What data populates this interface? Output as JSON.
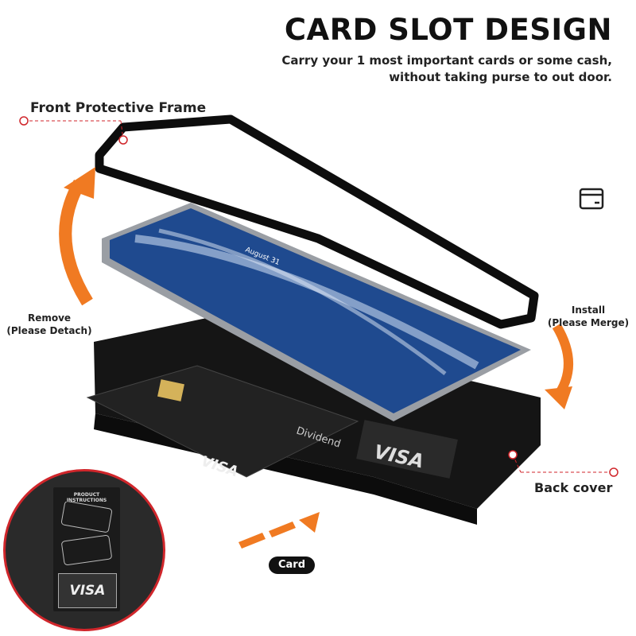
{
  "header": {
    "title": "CARD SLOT DESIGN",
    "subtitle_line1": "Carry your 1 most important cards or some cash,",
    "subtitle_line2": "without taking purse to out door."
  },
  "callouts": {
    "front_frame": "Front Protective Frame",
    "remove_line1": "Remove",
    "remove_line2": "(Please Detach)",
    "install_line1": "Install",
    "install_line2": "(Please Merge)",
    "back_cover": "Back cover",
    "card": "Card"
  },
  "inset": {
    "title": "PRODUCT INSTRUCTIONS",
    "card_brand": "VISA"
  },
  "product": {
    "case_card_brand": "VISA",
    "credit_card_brand": "VISA",
    "credit_card_text": "Dividend",
    "phone_date": "August 31"
  },
  "colors": {
    "accent_orange": "#f07a22",
    "callout_red": "#d0262b",
    "case_black": "#151515"
  },
  "icons": [
    "wallet-icon",
    "curved-arrow-icon",
    "chevron-arrows-icon"
  ]
}
